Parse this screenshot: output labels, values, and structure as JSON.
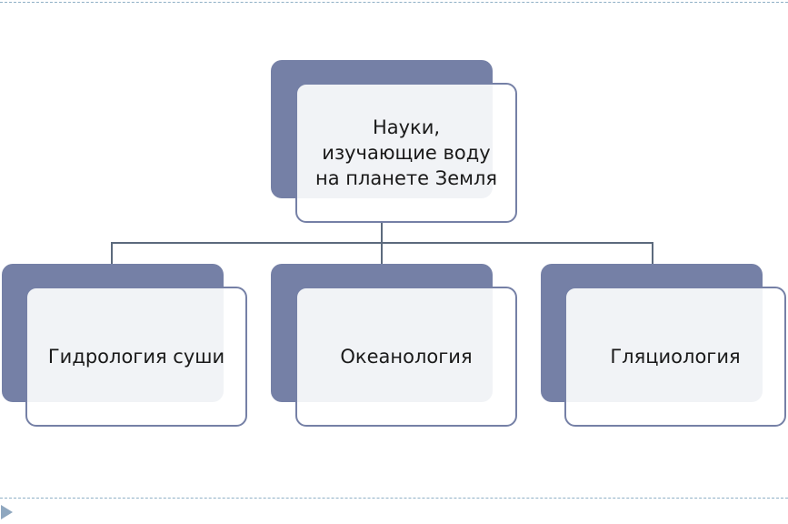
{
  "diagram": {
    "root": {
      "label": "Науки,\nизучающие воду\nна планете Земля"
    },
    "children": [
      {
        "label": "Гидрология суши"
      },
      {
        "label": "Океанология"
      },
      {
        "label": "Гляциология"
      }
    ]
  },
  "colors": {
    "node_back": "#7580a6",
    "node_border": "#7580a6",
    "connector": "#5c6a7d",
    "dashed_rule": "#8fb0c6",
    "marker": "#8fa7bf"
  }
}
